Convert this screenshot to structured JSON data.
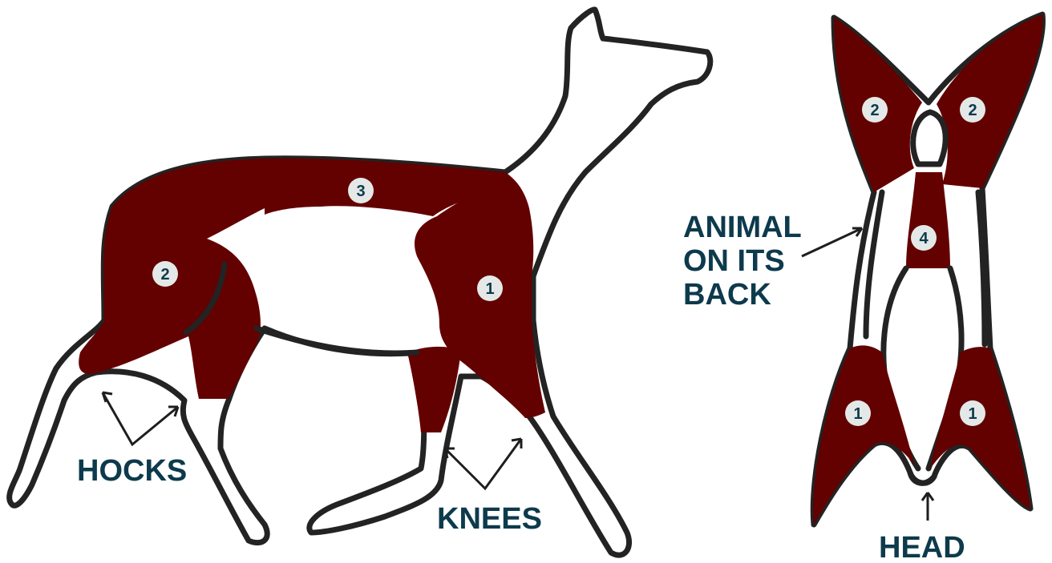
{
  "colors": {
    "meat": "#630000",
    "outline": "#232323",
    "label": "#0d3a4c",
    "badge": "#e4e9e8"
  },
  "labels": {
    "hocks": "HOCKS",
    "knees": "KNEES",
    "animal_line1": "ANIMAL",
    "animal_line2": "ON ITS",
    "animal_line3": "BACK",
    "head": "HEAD"
  },
  "side_view": {
    "region_1": "1",
    "region_2": "2",
    "region_3": "3"
  },
  "back_view": {
    "left_hind": "2",
    "right_hind": "2",
    "spine": "4",
    "left_front": "1",
    "right_front": "1"
  }
}
